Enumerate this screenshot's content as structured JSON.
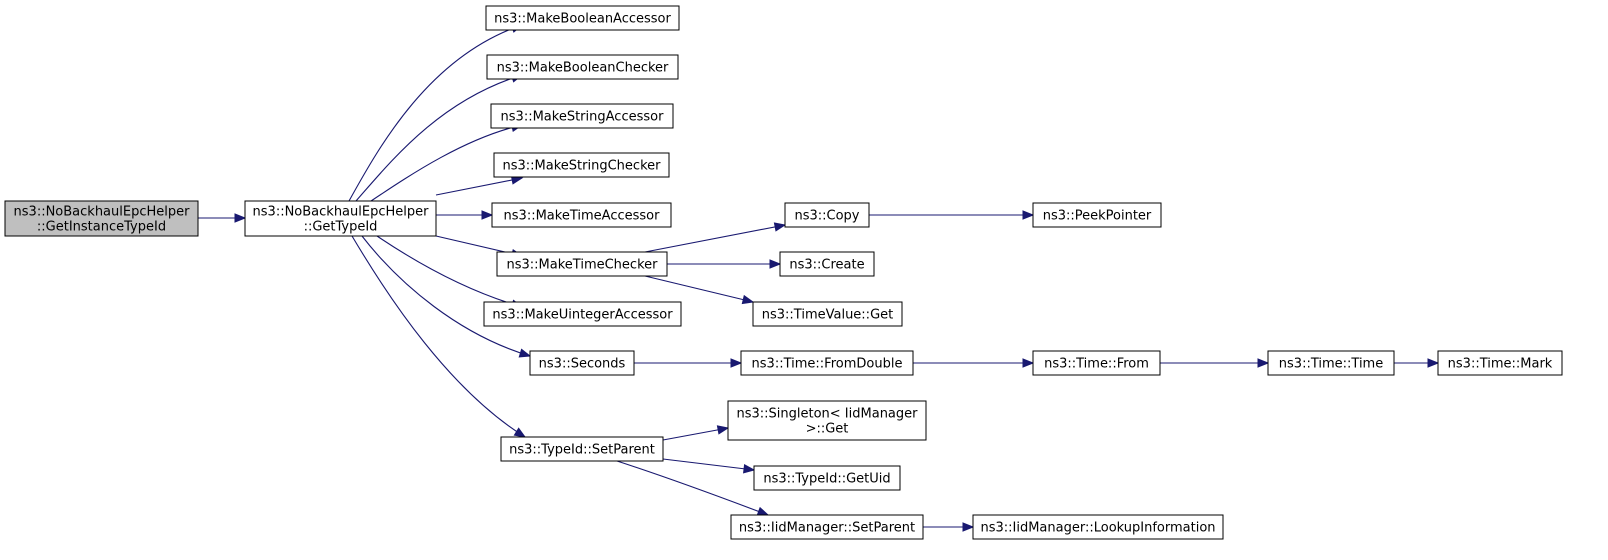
{
  "diagram": {
    "colors": {
      "edge": "#191970",
      "root_fill": "#bfbfbf",
      "node_fill": "#ffffff",
      "node_border": "#000000"
    },
    "nodes": [
      {
        "id": "root",
        "lines": [
          "ns3::NoBackhaulEpcHelper",
          "::GetInstanceTypeId"
        ],
        "highlighted": true
      },
      {
        "id": "gettypeid",
        "lines": [
          "ns3::NoBackhaulEpcHelper",
          "::GetTypeId"
        ]
      },
      {
        "id": "makeboolacc",
        "lines": [
          "ns3::MakeBooleanAccessor"
        ]
      },
      {
        "id": "makeboolchk",
        "lines": [
          "ns3::MakeBooleanChecker"
        ]
      },
      {
        "id": "makestracc",
        "lines": [
          "ns3::MakeStringAccessor"
        ]
      },
      {
        "id": "makestrchk",
        "lines": [
          "ns3::MakeStringChecker"
        ]
      },
      {
        "id": "maketimeacc",
        "lines": [
          "ns3::MakeTimeAccessor"
        ]
      },
      {
        "id": "maketimechk",
        "lines": [
          "ns3::MakeTimeChecker"
        ]
      },
      {
        "id": "makeuintacc",
        "lines": [
          "ns3::MakeUintegerAccessor"
        ]
      },
      {
        "id": "seconds",
        "lines": [
          "ns3::Seconds"
        ]
      },
      {
        "id": "setparent",
        "lines": [
          "ns3::TypeId::SetParent"
        ]
      },
      {
        "id": "copy",
        "lines": [
          "ns3::Copy"
        ]
      },
      {
        "id": "peekpointer",
        "lines": [
          "ns3::PeekPointer"
        ]
      },
      {
        "id": "create",
        "lines": [
          "ns3::Create"
        ]
      },
      {
        "id": "timevalueget",
        "lines": [
          "ns3::TimeValue::Get"
        ]
      },
      {
        "id": "fromdouble",
        "lines": [
          "ns3::Time::FromDouble"
        ]
      },
      {
        "id": "timefrom",
        "lines": [
          "ns3::Time::From"
        ]
      },
      {
        "id": "timetime",
        "lines": [
          "ns3::Time::Time"
        ]
      },
      {
        "id": "timemark",
        "lines": [
          "ns3::Time::Mark"
        ]
      },
      {
        "id": "singletonget",
        "lines": [
          "ns3::Singleton< IidManager",
          ">::Get"
        ]
      },
      {
        "id": "getuid",
        "lines": [
          "ns3::TypeId::GetUid"
        ]
      },
      {
        "id": "iidsetparent",
        "lines": [
          "ns3::IidManager::SetParent"
        ]
      },
      {
        "id": "lookupinfo",
        "lines": [
          "ns3::IidManager::LookupInformation"
        ]
      }
    ],
    "edges": [
      {
        "from": "root",
        "to": "gettypeid"
      },
      {
        "from": "gettypeid",
        "to": "makeboolacc"
      },
      {
        "from": "gettypeid",
        "to": "makeboolchk"
      },
      {
        "from": "gettypeid",
        "to": "makestracc"
      },
      {
        "from": "gettypeid",
        "to": "makestrchk"
      },
      {
        "from": "gettypeid",
        "to": "maketimeacc"
      },
      {
        "from": "gettypeid",
        "to": "maketimechk"
      },
      {
        "from": "gettypeid",
        "to": "makeuintacc"
      },
      {
        "from": "gettypeid",
        "to": "seconds"
      },
      {
        "from": "gettypeid",
        "to": "setparent"
      },
      {
        "from": "maketimechk",
        "to": "copy"
      },
      {
        "from": "maketimechk",
        "to": "create"
      },
      {
        "from": "maketimechk",
        "to": "timevalueget"
      },
      {
        "from": "copy",
        "to": "peekpointer"
      },
      {
        "from": "seconds",
        "to": "fromdouble"
      },
      {
        "from": "fromdouble",
        "to": "timefrom"
      },
      {
        "from": "timefrom",
        "to": "timetime"
      },
      {
        "from": "timetime",
        "to": "timemark"
      },
      {
        "from": "setparent",
        "to": "singletonget"
      },
      {
        "from": "setparent",
        "to": "getuid"
      },
      {
        "from": "setparent",
        "to": "iidsetparent"
      },
      {
        "from": "iidsetparent",
        "to": "lookupinfo"
      }
    ]
  }
}
